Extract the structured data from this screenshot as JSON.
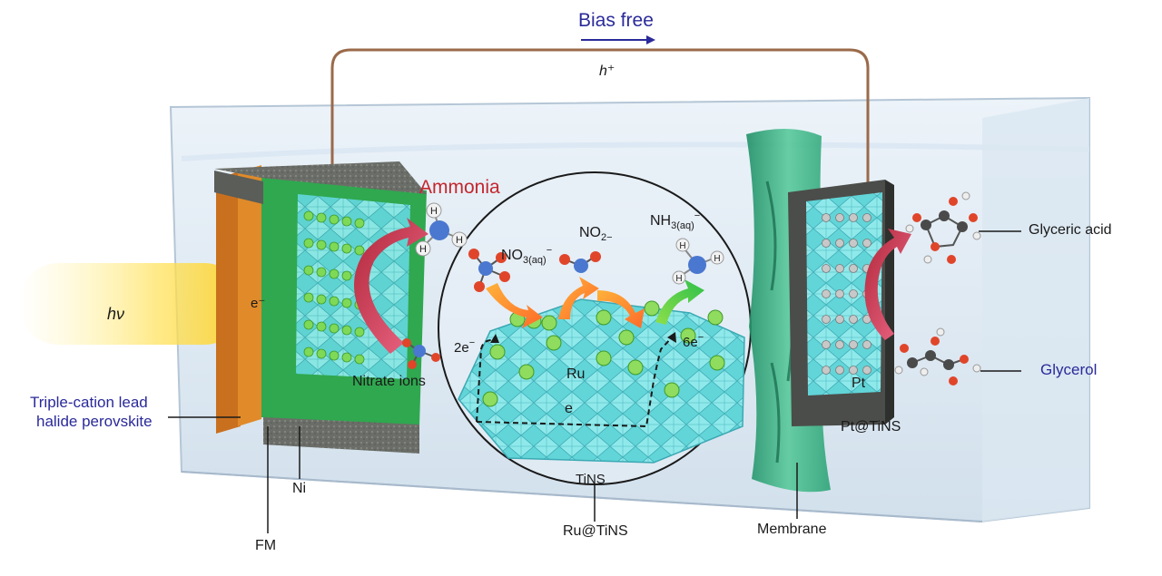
{
  "labels": {
    "bias_free": "Bias free",
    "h_plus": "h⁺",
    "hv": "hν",
    "e_minus": "e⁻",
    "ammonia": "Ammonia",
    "no3": "NO",
    "no3_sub": "3(aq)",
    "no3_sup": "−",
    "no2": "NO",
    "no2_sub": "2−",
    "nh3": "NH",
    "nh3_sub": "3(aq)",
    "nh3_sup": "−",
    "two_e": "2e",
    "two_e_sup": "−",
    "six_e": "6e",
    "six_e_sup": "−",
    "ru": "Ru",
    "e_chain": "e",
    "tins": "TiNS",
    "nitrate_ions": "Nitrate ions",
    "triple_cation_1": "Triple-cation lead",
    "triple_cation_2": "halide perovskite",
    "ni": "Ni",
    "fm": "FM",
    "ru_tins": "Ru@TiNS",
    "membrane": "Membrane",
    "pt": "Pt",
    "pt_tins": "Pt@TiNS",
    "glyceric_acid": "Glyceric acid",
    "glycerol": "Glycerol"
  },
  "colors": {
    "label_blue": "#2a2a9a",
    "ammonia_red": "#c4262e",
    "wire": "#9a6a4a",
    "water": "#cfe0ef",
    "electrode_green": "#2fa84f",
    "crystal_cyan": "#5fd6d6",
    "membrane_green": "#3fb889",
    "ball_green": "#7ed957"
  }
}
